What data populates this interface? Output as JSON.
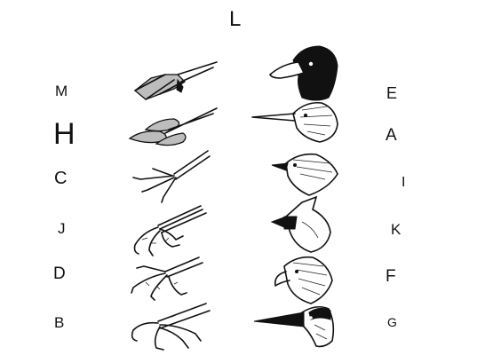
{
  "title": "L",
  "left_labels": [
    "M",
    "H",
    "C",
    "J",
    "D",
    "B"
  ],
  "right_labels": [
    "E",
    "A",
    "I",
    "K",
    "F",
    "G"
  ],
  "feet": [
    "webbed-foot",
    "lobed-foot",
    "perching-foot",
    "climbing-foot",
    "scratching-foot",
    "raptor-talon-foot"
  ],
  "heads": [
    "duck-head",
    "long-bill-head",
    "finch-head",
    "cardinal-head",
    "pheasant-head",
    "heron-head"
  ]
}
